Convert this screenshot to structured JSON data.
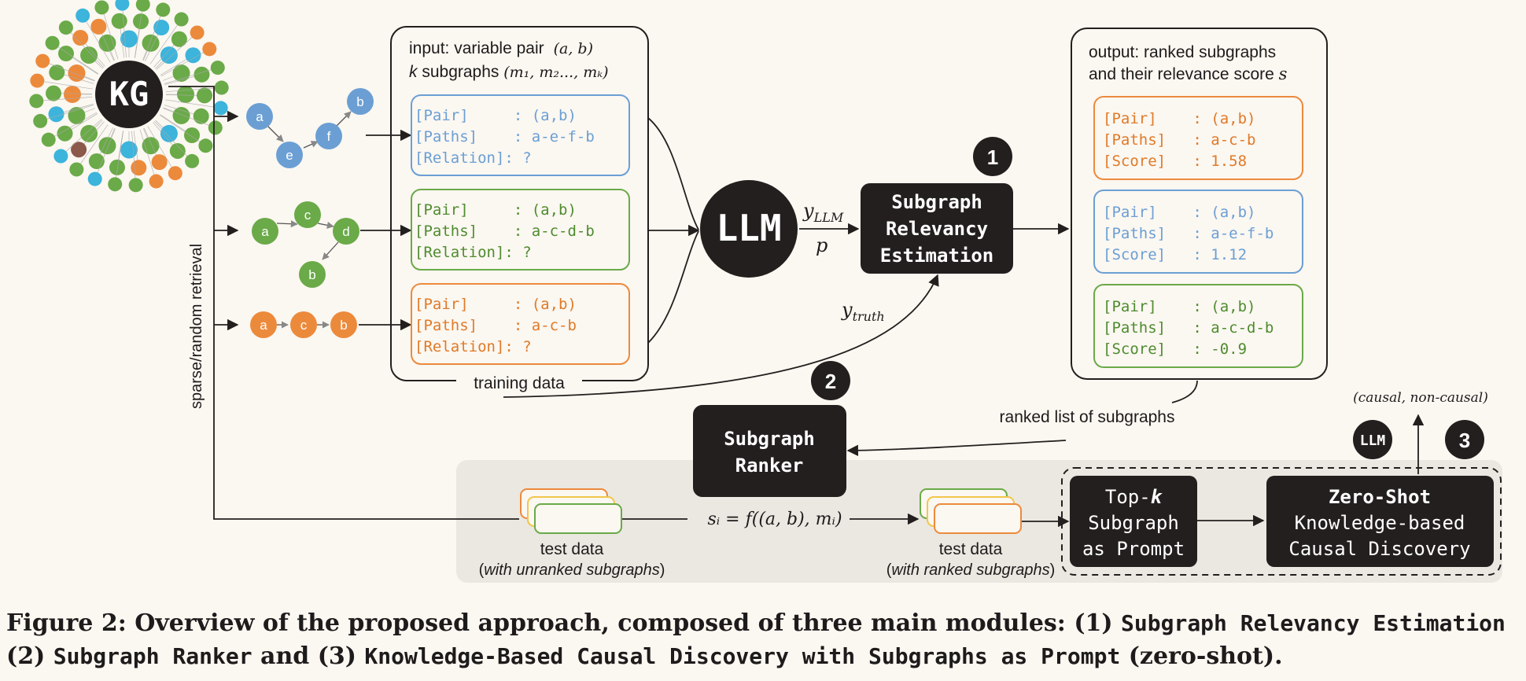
{
  "kg": {
    "label": "KG"
  },
  "input_box": {
    "line1": "input: variable pair",
    "line1_math": "(a, b)",
    "line2_k": "k",
    "line2": " subgraphs ",
    "line2_math": "(m₁, m₂..., mₖ)",
    "footer": "training data"
  },
  "training_cards": [
    {
      "pair": "[Pair]     : (a,b)",
      "paths": "[Paths]    : a-e-f-b",
      "relation": "[Relation]: ?"
    },
    {
      "pair": "[Pair]     : (a,b)",
      "paths": "[Paths]    : a-c-d-b",
      "relation": "[Relation]: ?"
    },
    {
      "pair": "[Pair]     : (a,b)",
      "paths": "[Paths]    : a-c-b",
      "relation": "[Relation]: ?"
    }
  ],
  "subgraph_nodes": {
    "blue": [
      "a",
      "e",
      "f",
      "b"
    ],
    "green": [
      "a",
      "c",
      "d",
      "b"
    ],
    "orange": [
      "a",
      "c",
      "b"
    ]
  },
  "llm": {
    "label": "LLM",
    "y_llm": "y",
    "y_llm_sub": "LLM",
    "p": "p",
    "y_truth": "y",
    "y_truth_sub": "truth"
  },
  "sre": {
    "line1": "Subgraph",
    "line2": "Relevancy",
    "line3": "Estimation",
    "badge": "1"
  },
  "output_box": {
    "line1": "output: ranked subgraphs",
    "line2": "and their relevance score ",
    "line2_s": "s"
  },
  "output_cards": [
    {
      "pair": "[Pair]    : (a,b)",
      "paths": "[Paths]   : a-c-b",
      "score": "[Score]   : 1.58"
    },
    {
      "pair": "[Pair]    : (a,b)",
      "paths": "[Paths]   : a-e-f-b",
      "score": "[Score]   : 1.12"
    },
    {
      "pair": "[Pair]    : (a,b)",
      "paths": "[Paths]   : a-c-d-b",
      "score": "[Score]   : -0.9"
    }
  ],
  "ranked_list_label": "ranked list of subgraphs",
  "ranker": {
    "line1": "Subgraph",
    "line2": "Ranker",
    "badge": "2"
  },
  "retrieval_label": "sparse/random retrieval",
  "test_unranked": {
    "line1": "test data",
    "line2_prefix": "(",
    "line2_italic": "with unranked subgraphs",
    "line2_suffix": ")"
  },
  "formula": "sᵢ = f((a, b), mᵢ)",
  "test_ranked": {
    "line1": "test data",
    "line2_prefix": "(",
    "line2_italic": "with ranked subgraphs",
    "line2_suffix": ")"
  },
  "topk": {
    "line1": "Top-",
    "line1_k": "k",
    "line2": "Subgraph",
    "line3": "as Prompt"
  },
  "zeroshot": {
    "line1": "Zero-Shot",
    "line2": "Knowledge-based",
    "line3": "Causal Discovery",
    "badge": "3"
  },
  "small_llm": "LLM",
  "output_classes": "(causal, non-causal)",
  "caption": {
    "prefix": "Figure 2: Overview of the proposed approach, composed of three main modules: (1) ",
    "m1": "Subgraph Relevancy Estimation",
    "mid1": " (2) ",
    "m2": "Subgraph Ranker",
    "mid2": " and (3) ",
    "m3": "Knowledge-Based Causal Discovery with Subgraphs as Prompt",
    "suffix": " (zero-shot)."
  },
  "colors": {
    "blue": "#6b9fd4",
    "green": "#6aaa48",
    "orange": "#ec8a3c",
    "dark": "#231f1e",
    "bg": "#fbf7f1",
    "panel": "#ebe7e1",
    "cyan": "#3cb4dc",
    "brown": "#8b5a4a"
  }
}
